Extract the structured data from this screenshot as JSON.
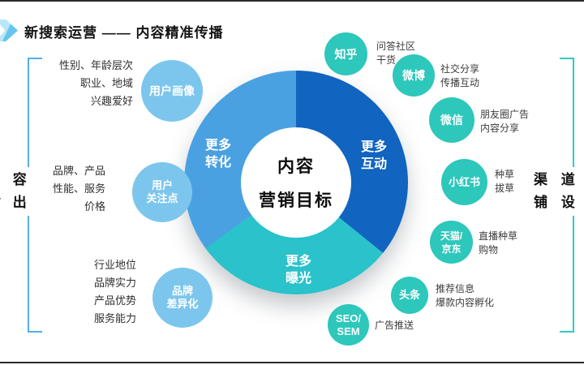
{
  "title": "新搜索运营 —— 内容精准传播",
  "brackets": {
    "left": {
      "line1": "内 容",
      "line2": "输 出",
      "color": "#57ace9"
    },
    "right": {
      "line1": "渠 道",
      "line2": "铺 设",
      "color": "#2bcfc3"
    }
  },
  "donut": {
    "center": {
      "line1": "内容",
      "line2": "营销目标"
    },
    "segments": [
      {
        "name": "more-interaction",
        "line1": "更多",
        "line2": "互动",
        "color": "#1164c0"
      },
      {
        "name": "more-exposure",
        "line1": "更多",
        "line2": "曝光",
        "color": "#2ac2cb"
      },
      {
        "name": "more-conversion",
        "line1": "更多",
        "line2": "转化",
        "color": "#4aa1e1"
      }
    ]
  },
  "left_items": [
    {
      "circle": {
        "line1": "用户画像"
      },
      "lines": {
        "l1": "性别、年龄层次",
        "l2": "职业、地域",
        "l3": "兴趣爱好"
      }
    },
    {
      "circle": {
        "line1": "用户",
        "line2": "关注点"
      },
      "lines": {
        "l1": "品牌、产品",
        "l2": "性能、服务",
        "l3": "价格"
      }
    },
    {
      "circle": {
        "line1": "品牌",
        "line2": "差异化"
      },
      "lines": {
        "l1": "行业地位",
        "l2": "品牌实力",
        "l3": "产品优势",
        "l4": "服务能力"
      }
    }
  ],
  "right_items": [
    {
      "circle": {
        "line1": "知乎"
      },
      "desc": {
        "l1": "问答社区",
        "l2": "干货"
      }
    },
    {
      "circle": {
        "line1": "微博"
      },
      "desc": {
        "l1": "社交分享",
        "l2": "传播互动"
      }
    },
    {
      "circle": {
        "line1": "微信"
      },
      "desc": {
        "l1": "朋友圈广告",
        "l2": "内容分享"
      }
    },
    {
      "circle": {
        "line1": "小红书"
      },
      "desc": {
        "l1": "种草",
        "l2": "拔草"
      }
    },
    {
      "circle": {
        "line1": "天猫/",
        "line2": "京东"
      },
      "desc": {
        "l1": "直播种草",
        "l2": "购物"
      }
    },
    {
      "circle": {
        "line1": "头条"
      },
      "desc": {
        "l1": "推荐信息",
        "l2": "爆款内容孵化"
      }
    },
    {
      "circle": {
        "line1": "SEO/",
        "line2": "SEM"
      },
      "desc": {
        "l1": "广告推送"
      }
    }
  ],
  "colors": {
    "donut_interaction": "#1164c0",
    "donut_exposure": "#2ac2cb",
    "donut_conversion": "#4aa1e1",
    "left_circles": "#7cc6ee",
    "right_circles": "#2dc7bb",
    "left_bracket": "#57ace9",
    "right_bracket": "#2bcfc3",
    "edge_lines": "#2b2b2b"
  }
}
